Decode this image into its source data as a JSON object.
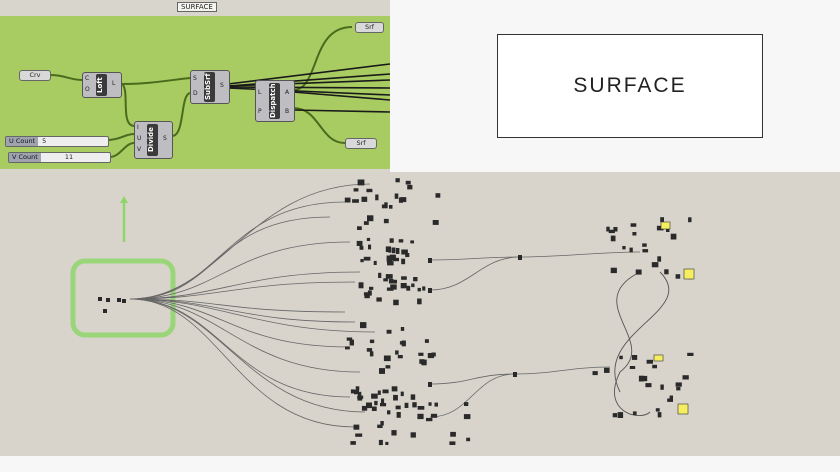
{
  "slide_title": "SURFACE",
  "top_canvas": {
    "group_label": "SURFACE",
    "params": {
      "crv": "Crv",
      "srf_top": "Srf",
      "srf_bottom": "Srf"
    },
    "components": {
      "loft": {
        "name": "Loft",
        "inputs": [
          "C",
          "O"
        ],
        "outputs": [
          "L"
        ]
      },
      "subsrf": {
        "name": "SubSrf",
        "inputs": [
          "S",
          "D"
        ],
        "outputs": [
          "S"
        ]
      },
      "divide": {
        "name": "Divide",
        "inputs": [
          "I",
          "U",
          "V"
        ],
        "outputs": [
          "S"
        ]
      },
      "dispatch": {
        "name": "Dispatch",
        "inputs": [
          "L",
          "P"
        ],
        "outputs": [
          "A",
          "B"
        ]
      }
    },
    "sliders": [
      {
        "label": "U Count",
        "value": "5"
      },
      {
        "label": "V Count",
        "value": "11"
      }
    ]
  },
  "colors": {
    "group_green": "#a8cc62",
    "highlight_green": "#8fd66a",
    "canvas": "#d8d4cc",
    "yellow_panel": "#f5ee60"
  }
}
